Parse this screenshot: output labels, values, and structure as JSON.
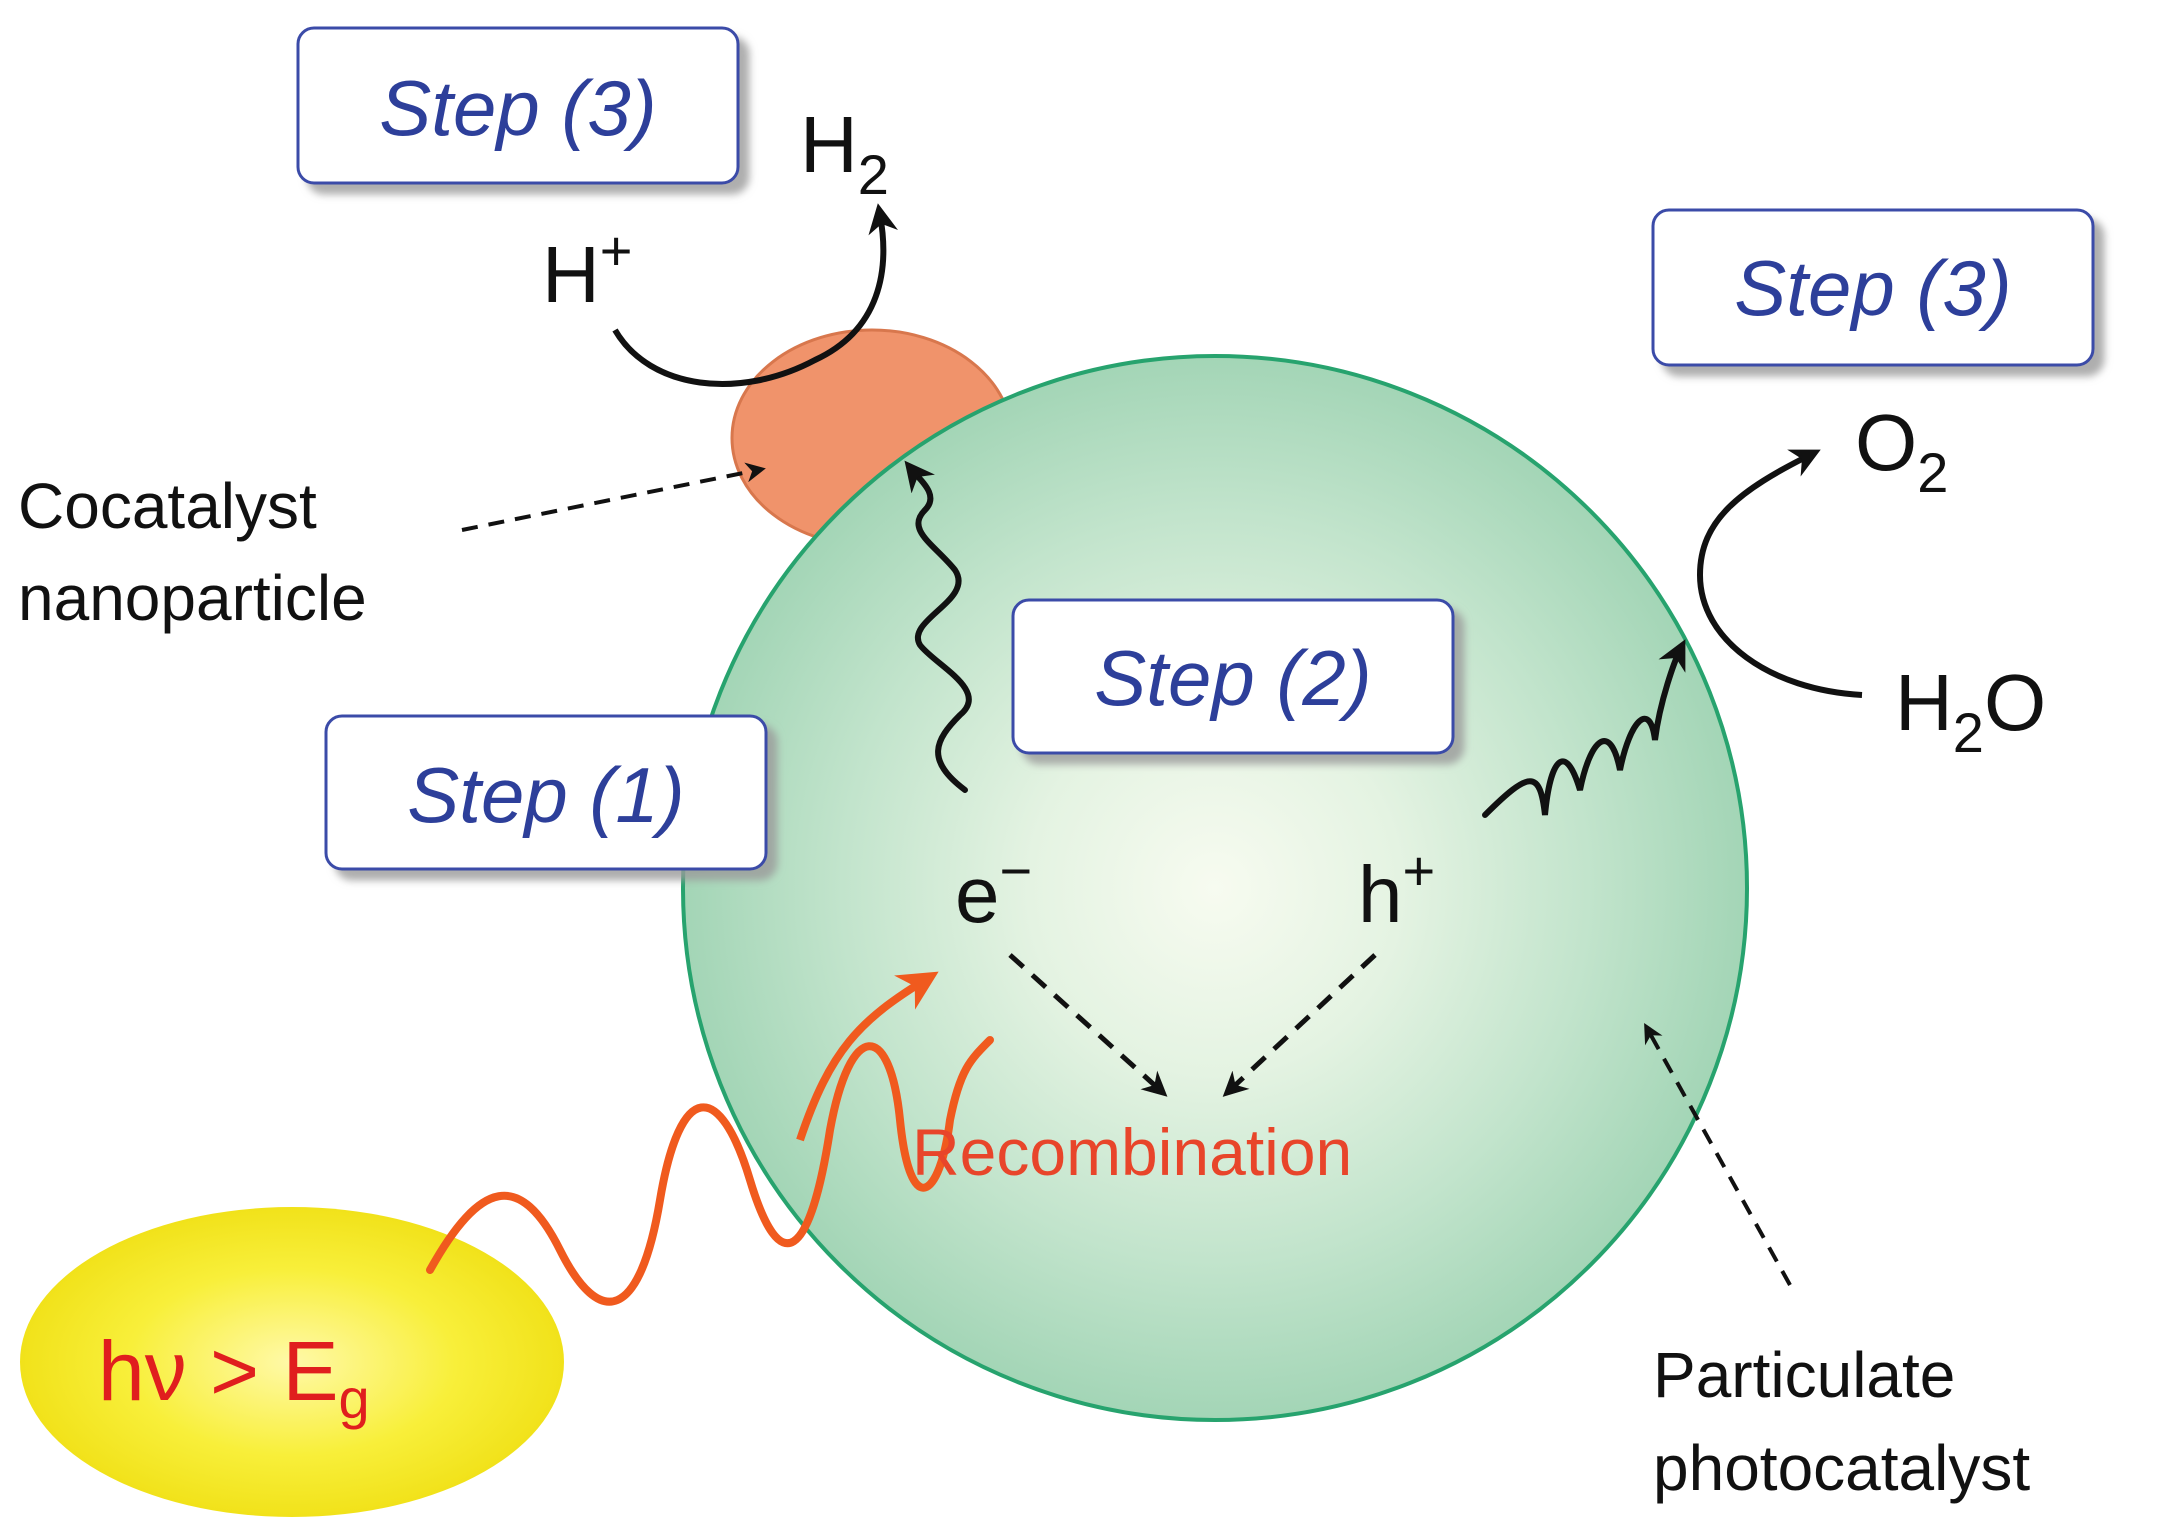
{
  "steps": {
    "step3_h2": "Step (3)",
    "step3_o2": "Step (3)",
    "step2": "Step (2)",
    "step1": "Step (1)"
  },
  "species": {
    "h2": "H",
    "h2_sub": "2",
    "h_plus": "H",
    "h_plus_sup": "+",
    "o2": "O",
    "o2_sub": "2",
    "h2o_h": "H",
    "h2o_sub": "2",
    "h2o_o": "O",
    "electron": "e",
    "electron_sup": "−",
    "hole": "h",
    "hole_sup": "+"
  },
  "labels": {
    "cocatalyst_line1": "Cocatalyst",
    "cocatalyst_line2": "nanoparticle",
    "particulate_line1": "Particulate",
    "particulate_line2": "photocatalyst",
    "recombination": "Recombination",
    "photon_prefix": "hν > E",
    "photon_sub": "g"
  },
  "colors": {
    "step_text": "#2d3f9a",
    "step_border": "#3b4ba8",
    "photocatalyst_edge": "#27a36e",
    "photocatalyst_fill": "#9fd2b2",
    "cocatalyst": "#f0936b",
    "photon_wave": "#f05a1e",
    "photon_glow": "#f5ea1c",
    "recombination": "#e8452a"
  }
}
